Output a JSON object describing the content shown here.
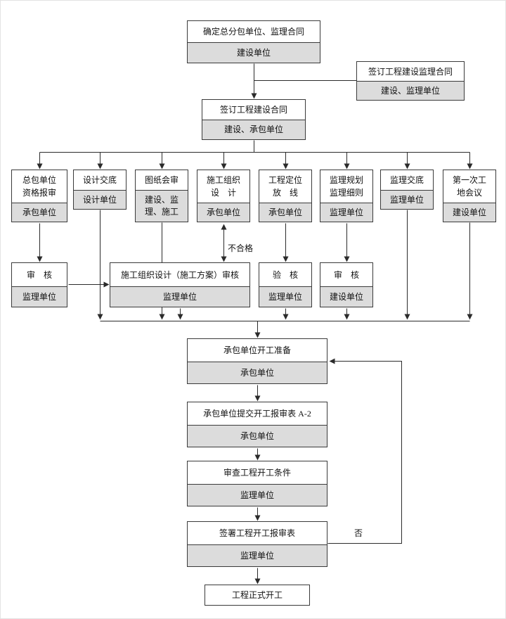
{
  "colors": {
    "background": "#ffffff",
    "node_fill": "#ffffff",
    "unit_fill": "#dcdcdc",
    "border": "#3a3a3a",
    "line": "#2b2b2b",
    "text": "#111111"
  },
  "diagram": {
    "nodes": {
      "determine": {
        "title": "确定总分包单位、监理合同",
        "unit": "建设单位"
      },
      "sign_supervision": {
        "title": "签订工程建设监理合同",
        "unit": "建设、监理单位"
      },
      "sign_construction": {
        "title": "签订工程建设合同",
        "unit": "建设、承包单位"
      },
      "subcontract_review": {
        "title": "总包单位\n资格报审",
        "unit": "承包单位"
      },
      "design_disclosure": {
        "title": "设计交底",
        "unit": "设计单位"
      },
      "drawing_review": {
        "title": "图纸会审",
        "unit": "建设、监\n理、施工"
      },
      "construction_org_design": {
        "title": "施工组织\n设　计",
        "unit": "承包单位"
      },
      "positioning": {
        "title": "工程定位\n放　线",
        "unit": "承包单位"
      },
      "supervision_plan": {
        "title": "监理规划\n监理细则",
        "unit": "监理单位"
      },
      "supervision_disclosure": {
        "title": "监理交底",
        "unit": "监理单位"
      },
      "first_site_meeting": {
        "title": "第一次工\n地会议",
        "unit": "建设单位"
      },
      "review_check": {
        "title": "审　核",
        "unit": "监理单位"
      },
      "org_design_review": {
        "title": "施工组织设计（施工方案）审核",
        "unit": "监理单位"
      },
      "verify_check": {
        "title": "验　核",
        "unit": "监理单位"
      },
      "owner_review": {
        "title": "审　核",
        "unit": "建设单位"
      },
      "start_prepare": {
        "title": "承包单位开工准备",
        "unit": "承包单位"
      },
      "submit_form": {
        "title": "承包单位提交开工报审表 A-2",
        "unit": "承包单位"
      },
      "check_conditions": {
        "title": "审查工程开工条件",
        "unit": "监理单位"
      },
      "sign_form": {
        "title": "签署工程开工报审表",
        "unit": "监理单位"
      },
      "official_start": {
        "title": "工程正式开工"
      }
    },
    "edge_labels": {
      "unqualified": "不合格",
      "no": "否"
    }
  }
}
